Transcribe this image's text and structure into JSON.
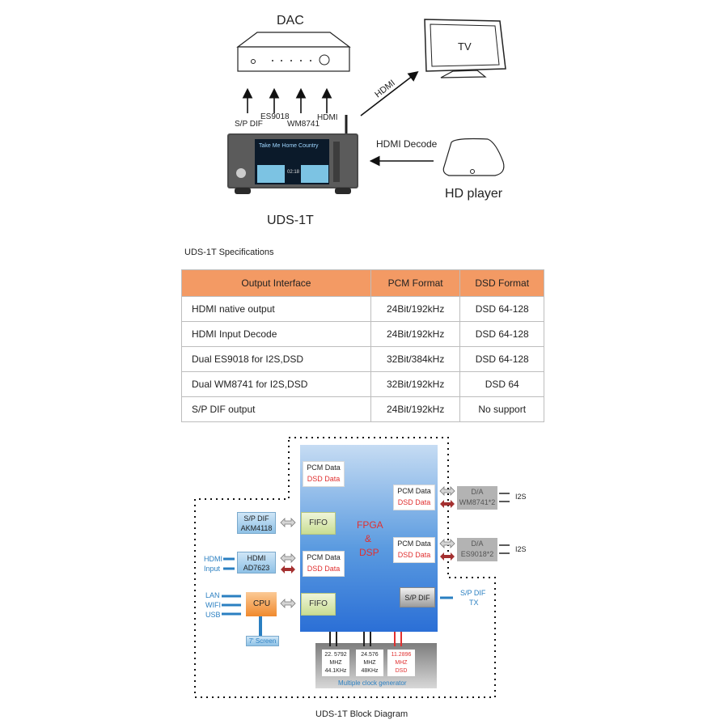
{
  "top": {
    "dac_label": "DAC",
    "tv_label": "TV",
    "hdmi_out_label": "HDMI",
    "hdmi_decode_label": "HDMI Decode",
    "hd_player_label": "HD player",
    "device_label": "UDS-1T",
    "outputs": [
      "S/P DIF",
      "ES9018",
      "WM8741",
      "HDMI"
    ],
    "screen_text": "Take Me Home Country",
    "screen_time": "02:18"
  },
  "spec": {
    "title": "UDS-1T  Specifications",
    "headers": [
      "Output Interface",
      "PCM Format",
      "DSD Format"
    ],
    "rows": [
      [
        "HDMI native output",
        "24Bit/192kHz",
        "DSD 64-128"
      ],
      [
        "HDMI Input Decode",
        "24Bit/192kHz",
        "DSD 64-128"
      ],
      [
        "Dual ES9018 for I2S,DSD",
        "32Bit/384kHz",
        "DSD 64-128"
      ],
      [
        "Dual WM8741 for I2S,DSD",
        "32Bit/192kHz",
        "DSD 64"
      ],
      [
        "S/P DIF output",
        "24Bit/192kHz",
        "No support"
      ]
    ]
  },
  "block": {
    "fpga_line1": "FPGA",
    "fpga_amp": "&",
    "fpga_line2": "DSP",
    "pcm": "PCM Data",
    "dsd": "DSD Data",
    "fifo": "FIFO",
    "spdif_in_line1": "S/P DIF",
    "spdif_in_line2": "AKM4118",
    "hdmi_chip_line1": "HDMI",
    "hdmi_chip_line2": "AD7623",
    "hdmi_input_line1": "HDMI",
    "hdmi_input_line2": "Input",
    "cpu": "CPU",
    "lan": "LAN",
    "wifi": "WIFI",
    "usb": "USB",
    "screen": "7' Screen",
    "da": "D/A",
    "wm_chip": "WM8741*2",
    "es_chip": "ES9018*2",
    "i2s": "I2S",
    "spdif_out": "S/P DIF",
    "spdif_tx_line1": "S/P DIF",
    "spdif_tx_line2": "TX",
    "clocks": [
      [
        "22. 5792",
        "MHZ",
        "44.1KHz"
      ],
      [
        "24.576",
        "MHZ",
        "48KHz"
      ],
      [
        "11.2896",
        "MHZ",
        "DSD"
      ]
    ],
    "clock_gen": "Multiple clock generator",
    "title": "UDS-1T  Block Diagram"
  },
  "colors": {
    "table_header": "#f39a64",
    "dsd_red": "#e03030",
    "accent_blue": "#2a7fc1"
  }
}
